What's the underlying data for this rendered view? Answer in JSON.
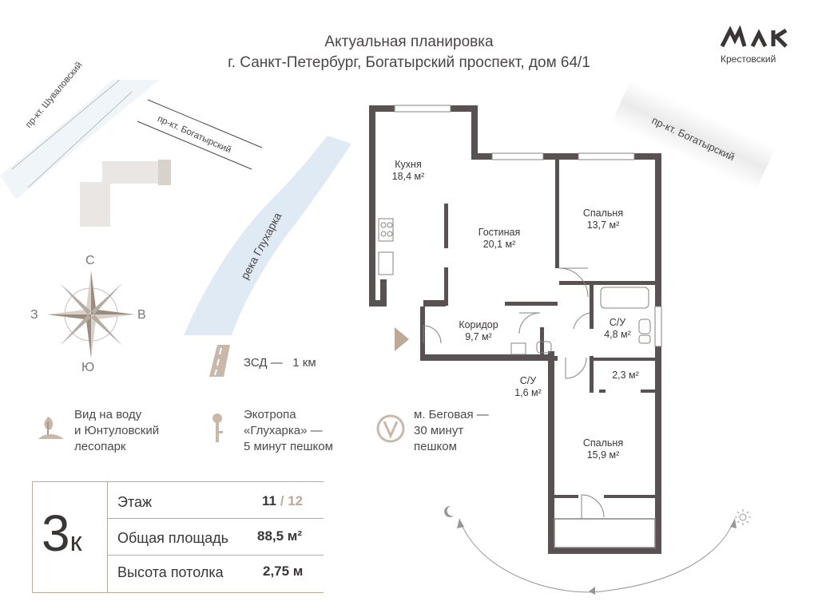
{
  "header": {
    "title": "Актуальная планировка",
    "address": "г. Санкт-Петербург, Богатырский проспект, дом 64/1"
  },
  "logo": {
    "icon": "krestovsky-logo-icon",
    "text": "Крестовский"
  },
  "map": {
    "street_shuvalovsky": "пр-кт. Шуваловский",
    "street_bogatyrsky_small": "пр-кт. Богатырский",
    "street_bogatyrsky_big": "пр-кт. Богатырский",
    "river": "река Глухарка"
  },
  "compass": {
    "north": "С",
    "south": "Ю",
    "west": "З",
    "east": "В"
  },
  "highway": {
    "label": "ЗСД",
    "dash": "—",
    "distance": "1 км",
    "icon": "road-icon"
  },
  "features": [
    {
      "icon": "forest-icon",
      "lines": [
        "Вид на воду",
        "и Юнтуловский",
        "лесопарк"
      ]
    },
    {
      "icon": "signpost-icon",
      "lines": [
        "Экотропа",
        "«Глухарка» —",
        "5 минут пешком"
      ]
    },
    {
      "icon": "metro-icon",
      "lines": [
        "м. Беговая —",
        "30 минут",
        "пешком"
      ]
    }
  ],
  "summary": {
    "type_number": "3",
    "type_suffix": "к",
    "floor_label": "Этаж",
    "floor_value": "11",
    "floor_sep": "/",
    "floor_total": "12",
    "area_label": "Общая площадь",
    "area_value": "88,5 м²",
    "height_label": "Высота потолка",
    "height_value": "2,75 м"
  },
  "rooms": {
    "kitchen_name": "Кухня",
    "kitchen_area": "18,4 м²",
    "living_name": "Гостиная",
    "living_area": "20,1 м²",
    "bedroom1_name": "Спальня",
    "bedroom1_area": "13,7 м²",
    "corridor_name": "Коридор",
    "corridor_area": "9,7 м²",
    "bath_big_name": "С/У",
    "bath_big_area": "4,8 м²",
    "bath_small_name": "С/У",
    "bath_small_area": "1,6 м²",
    "storage_area": "2,3 м²",
    "bedroom2_name": "Спальня",
    "bedroom2_area": "15,9 м²"
  },
  "sun_path": {
    "moon_icon": "moon-icon",
    "sun_icon": "sun-icon"
  },
  "colors": {
    "wall": "#5a5252",
    "accent": "#bfa897",
    "water": "#dce8f3",
    "building": "#e9e6e3"
  }
}
